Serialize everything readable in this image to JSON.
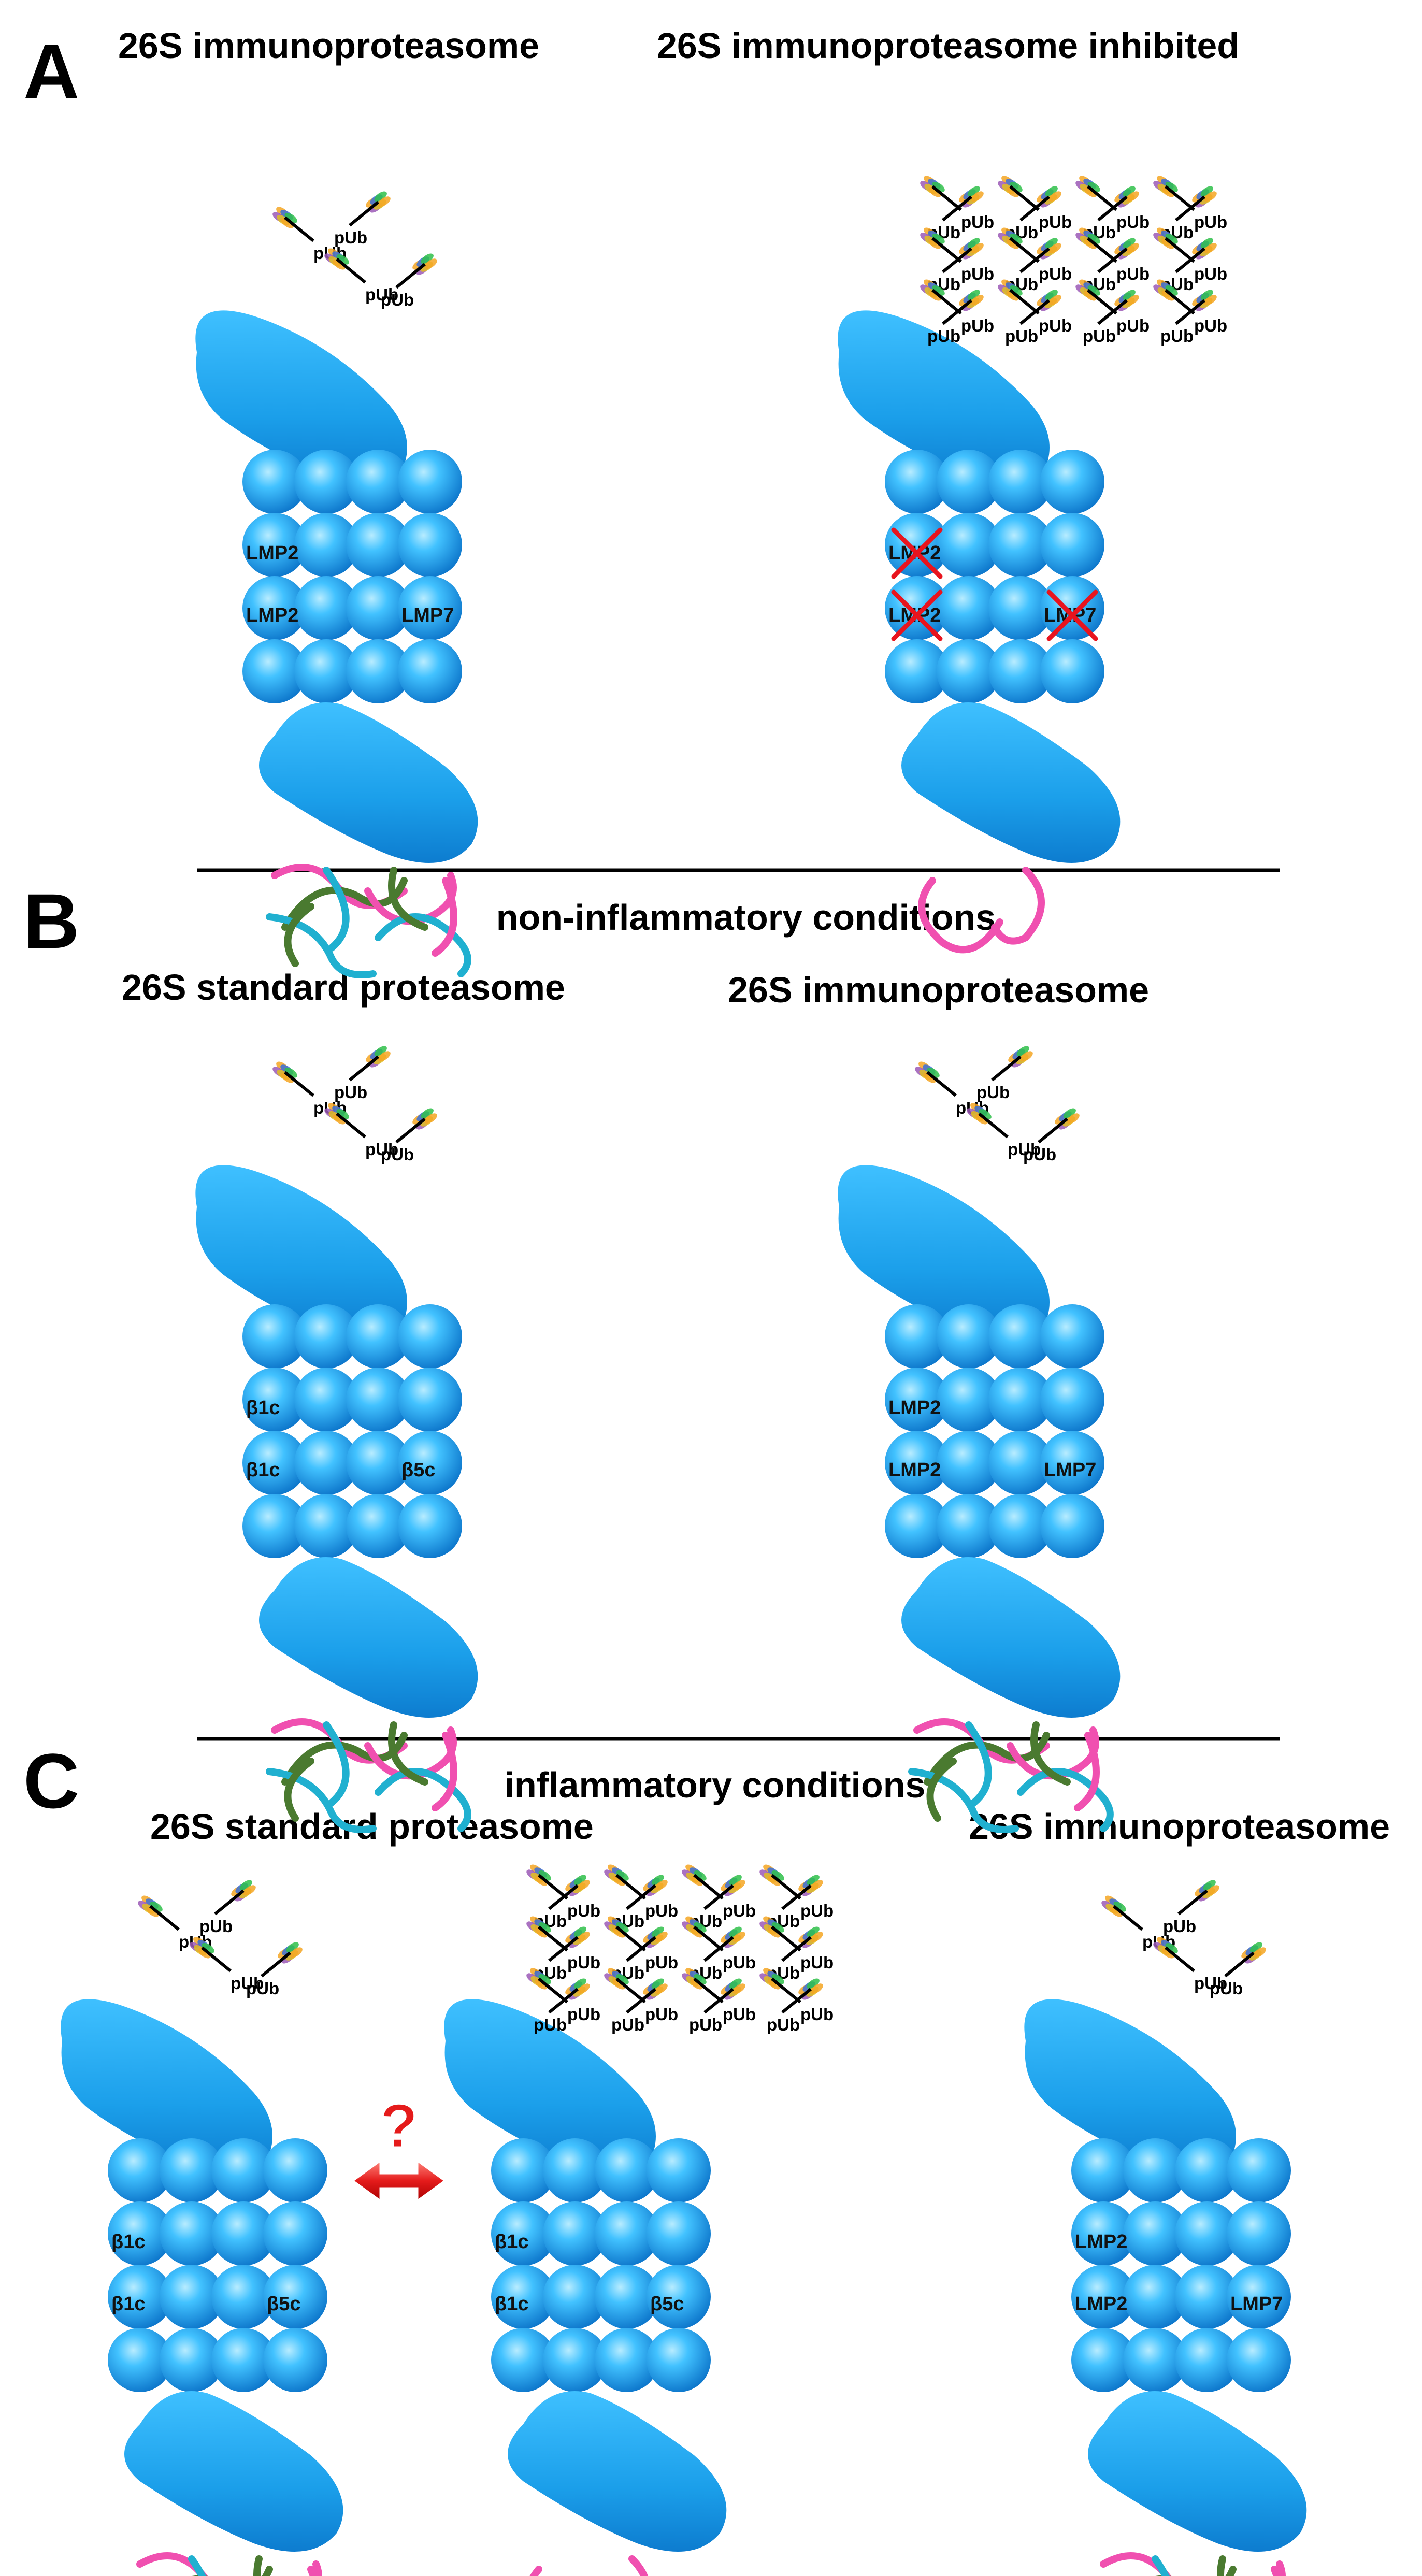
{
  "panels": [
    {
      "letter": "A"
    },
    {
      "letter": "B",
      "heading": "non-inflammatory conditions"
    },
    {
      "letter": "C",
      "heading": "inflammatory conditions"
    }
  ],
  "titles": {
    "a_left": "26S immunoproteasome",
    "a_right": "26S immunoproteasome inhibited",
    "b_left": "26S standard proteasome",
    "b_right": "26S immunoproteasome",
    "c_left": "26S standard proteasome",
    "c_right": "26S immunoproteasome"
  },
  "subunits": {
    "immuno": [
      "LMP2",
      "LMP2",
      "LMP7"
    ],
    "standard": [
      "β1c",
      "β1c",
      "β5c"
    ]
  },
  "ub_label": "pUb",
  "question_mark": "?",
  "colors": {
    "proteasome": "#1aa7ee",
    "proteasome_light": "#7fd8ff",
    "proteasome_dark": "#0a6fc4",
    "peptide_pink": "#f050b0",
    "peptide_green": "#4a7a30",
    "peptide_cyan": "#20b0d0",
    "inhibit_x": "#e8141e",
    "arrow_red": "#e51b1b"
  }
}
